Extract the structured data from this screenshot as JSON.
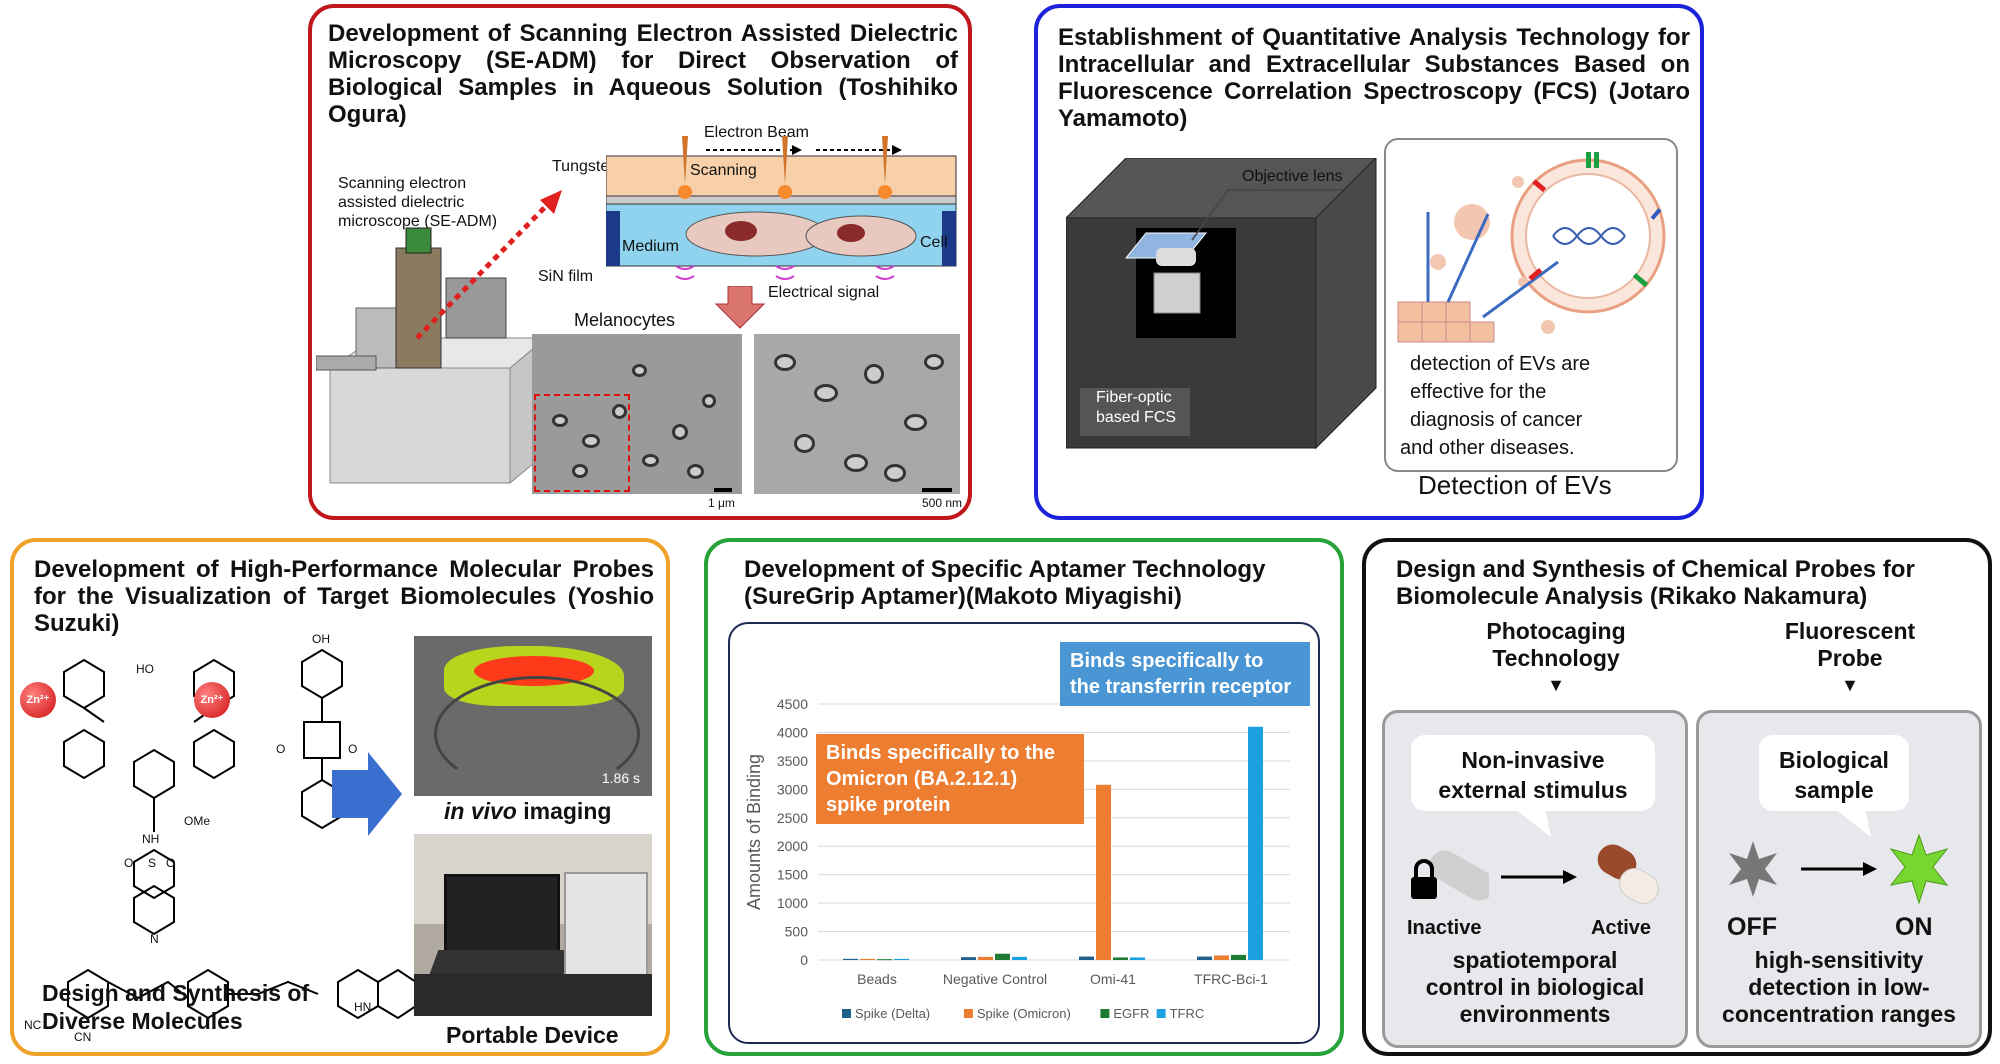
{
  "colors": {
    "red_border": "#c0171c",
    "blue_border": "#1b22d9",
    "orange_border": "#f0a12a",
    "green_border": "#27a33a",
    "black_border": "#111111",
    "spike_delta": "#1f5f8b",
    "spike_omicron": "#ed7d31",
    "egfr": "#1e7b34",
    "tfrc": "#1ba1e2",
    "callout_orange": "#ed7d31",
    "callout_blue": "#4a95d4"
  },
  "panel1": {
    "title": "Development of Scanning Electron Assisted Dielectric Microscopy (SE-ADM) for Direct Observation of Biological Samples in Aqueous Solution (Toshihiko Ogura)",
    "microscope_label": "Scanning electron assisted dielectric microscope (SE-ADM)",
    "electron_beam": "Electron Beam",
    "scanning": "Scanning",
    "tungsten": "Tungsten",
    "medium": "Medium",
    "cell": "Cell",
    "sin_film": "SiN film",
    "electrical_signal": "Electrical signal",
    "melanocytes": "Melanocytes",
    "scale1": "1 μm",
    "scale2": "500 nm"
  },
  "panel2": {
    "title": "Establishment of Quantitative Analysis Technology for Intracellular and Extracellular Substances Based on Fluorescence Correlation Spectroscopy (FCS) (Jotaro Yamamoto)",
    "objective_lens": "Objective lens",
    "fcs_label_line1": "Fiber-optic",
    "fcs_label_line2": "based FCS",
    "evs_text_line1": "detection of EVs are",
    "evs_text_line2": "effective for the",
    "evs_text_line3": "diagnosis of cancer",
    "evs_text_line4": "and other diseases.",
    "caption": "Detection of EVs"
  },
  "panel3": {
    "title": "Development of High-Performance Molecular Probes for the Visualization of Target Biomolecules (Yoshio Suzuki)",
    "zn1": "Zn²⁺",
    "zn2": "Zn²⁺",
    "atoms": {
      "oh1": "OH",
      "oh2": "HO",
      "o1": "O",
      "o2": "O",
      "ome": "OMe",
      "nh": "NH",
      "o3": "O",
      "s": "S",
      "o4": "O",
      "n": "N",
      "hn": "HN",
      "cn1": "CN",
      "nc": "NC"
    },
    "molecules_caption_line1": "Design and Synthesis of",
    "molecules_caption_line2": "Diverse Molecules",
    "invivo_italic": "in vivo",
    "invivo_rest": " imaging",
    "timestamp": "1.86 s",
    "portable": "Portable Device"
  },
  "panel4": {
    "title_line1": "Development of Specific Aptamer Technology",
    "title_line2": "(SureGrip Aptamer)(Makoto Miyagishi)",
    "callout_blue_line1": "Binds specifically to",
    "callout_blue_line2": "the transferrin receptor",
    "callout_orange_line1": "Binds specifically to the",
    "callout_orange_line2": "Omicron (BA.2.12.1)",
    "callout_orange_line3": "spike protein"
  },
  "panel5": {
    "title_line1": "Design and Synthesis of Chemical Probes for",
    "title_line2": "Biomolecule Analysis (Rikako Nakamura)",
    "left_heading_line1": "Photocaging",
    "left_heading_line2": "Technology",
    "right_heading_line1": "Fluorescent",
    "right_heading_line2": "Probe",
    "left_bubble_line1": "Non-invasive",
    "left_bubble_line2": "external stimulus",
    "right_bubble_line1": "Biological",
    "right_bubble_line2": "sample",
    "inactive": "Inactive",
    "active": "Active",
    "off": "OFF",
    "on": "ON",
    "left_caption_line1": "spatiotemporal",
    "left_caption_line2": "control in biological",
    "left_caption_line3": "environments",
    "right_caption_line1": "high-sensitivity",
    "right_caption_line2": "detection in low-",
    "right_caption_line3": "concentration ranges"
  },
  "chart_data": {
    "type": "bar",
    "categories": [
      "Beads",
      "Negative Control",
      "Omi-41",
      "TFRC-Bci-1"
    ],
    "series": [
      {
        "name": "Spike (Delta)",
        "values": [
          20,
          50,
          60,
          60
        ]
      },
      {
        "name": "Spike (Omicron)",
        "values": [
          20,
          55,
          3080,
          80
        ]
      },
      {
        "name": "EGFR",
        "values": [
          15,
          110,
          45,
          90
        ]
      },
      {
        "name": "TFRC",
        "values": [
          20,
          55,
          45,
          4100
        ]
      }
    ],
    "ylabel": "Amounts of Binding",
    "ylim": [
      0,
      4500
    ],
    "yticks": [
      0,
      500,
      1000,
      1500,
      2000,
      2500,
      3000,
      3500,
      4000,
      4500
    ],
    "legend": "bottom",
    "grid": true
  }
}
